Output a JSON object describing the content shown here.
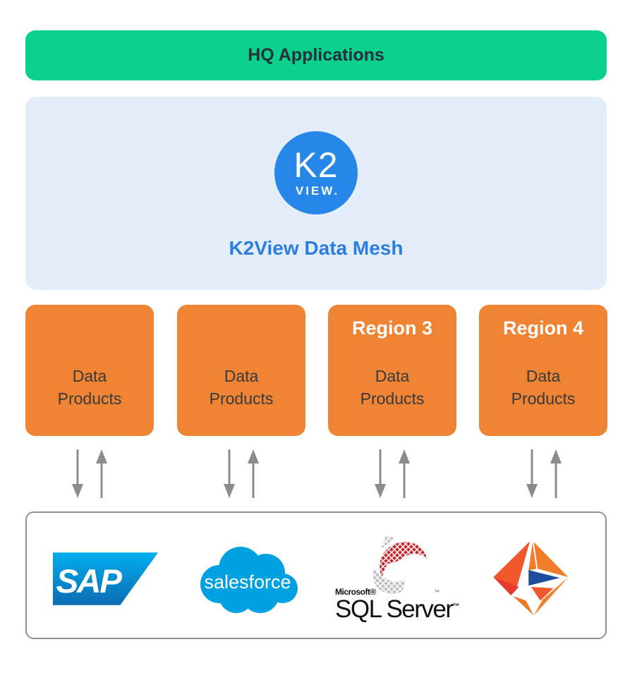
{
  "banner": {
    "label": "HQ Applications"
  },
  "mesh": {
    "logo_top": "K2",
    "logo_bottom": "VIEW.",
    "title": "K2View Data Mesh"
  },
  "regions": [
    {
      "title": "",
      "label_line1": "Data",
      "label_line2": "Products"
    },
    {
      "title": "",
      "label_line1": "Data",
      "label_line2": "Products"
    },
    {
      "title": "Region 3",
      "label_line1": "Data",
      "label_line2": "Products"
    },
    {
      "title": "Region 4",
      "label_line1": "Data",
      "label_line2": "Products"
    }
  ],
  "sources": {
    "sap_text": "SAP",
    "salesforce_text": "salesforce",
    "microsoft_text": "Microsoft®",
    "sql_server_text": "SQL Server",
    "sql_tm": "™",
    "logo_names": [
      "sap-logo",
      "salesforce-logo",
      "sql-server-logo",
      "informatica-logo"
    ]
  },
  "colors": {
    "banner_green": "#0bd18c",
    "banner_text": "#24303b",
    "panel_blue": "#e4eefb",
    "k2_circle_blue": "#2787e9",
    "mesh_title_blue": "#2b7de1",
    "box_orange": "#ee8434",
    "box_text": "#3a3a3a",
    "arrow_gray": "#8c8c8c",
    "sap_blue_top": "#00aeef",
    "sap_blue_bottom": "#0d6cb2",
    "salesforce_blue": "#00a1e0",
    "sql_red": "#c1272d",
    "sql_silver": "#bfbfbf",
    "informatica_orange": "#f07d2b",
    "informatica_red_orange": "#f0572a",
    "informatica_red": "#e63a2e",
    "informatica_blue": "#1d4f9e"
  }
}
